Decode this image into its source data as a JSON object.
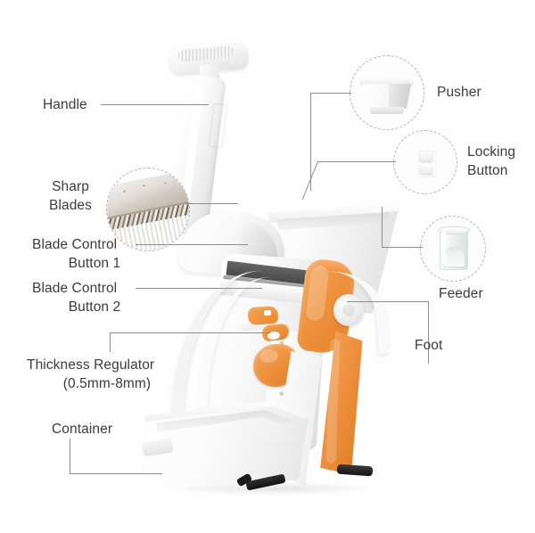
{
  "diagram": {
    "title": "Vegetable Chopper Parts Diagram",
    "background_color": "#ffffff",
    "accent_color": "#ef9340",
    "line_color": "#8d8d8d",
    "text_color": "#3c3c3c"
  },
  "labels": {
    "handle": "Handle",
    "sharp_blades_line1": "Sharp",
    "sharp_blades_line2": "Blades",
    "blade_control_1_line1": "Blade Control",
    "blade_control_1_line2": "Button 1",
    "blade_control_2_line1": "Blade Control",
    "blade_control_2_line2": "Button 2",
    "thickness_line1": "Thickness Regulator",
    "thickness_line2": "(0.5mm-8mm)",
    "container": "Container",
    "pusher": "Pusher",
    "locking_line1": "Locking",
    "locking_line2": "Button",
    "feeder": "Feeder",
    "foot": "Foot"
  },
  "callouts": [
    {
      "name": "sharp-blades",
      "label": "Sharp Blades"
    },
    {
      "name": "pusher",
      "label": "Pusher"
    },
    {
      "name": "locking-button",
      "label": "Locking Button"
    },
    {
      "name": "feeder",
      "label": "Feeder"
    }
  ],
  "product": {
    "name": "mandoline-vegetable-slicer",
    "colors": {
      "body": "#ffffff",
      "accent": "#ef9340",
      "feet": "#1b1b1b"
    }
  }
}
